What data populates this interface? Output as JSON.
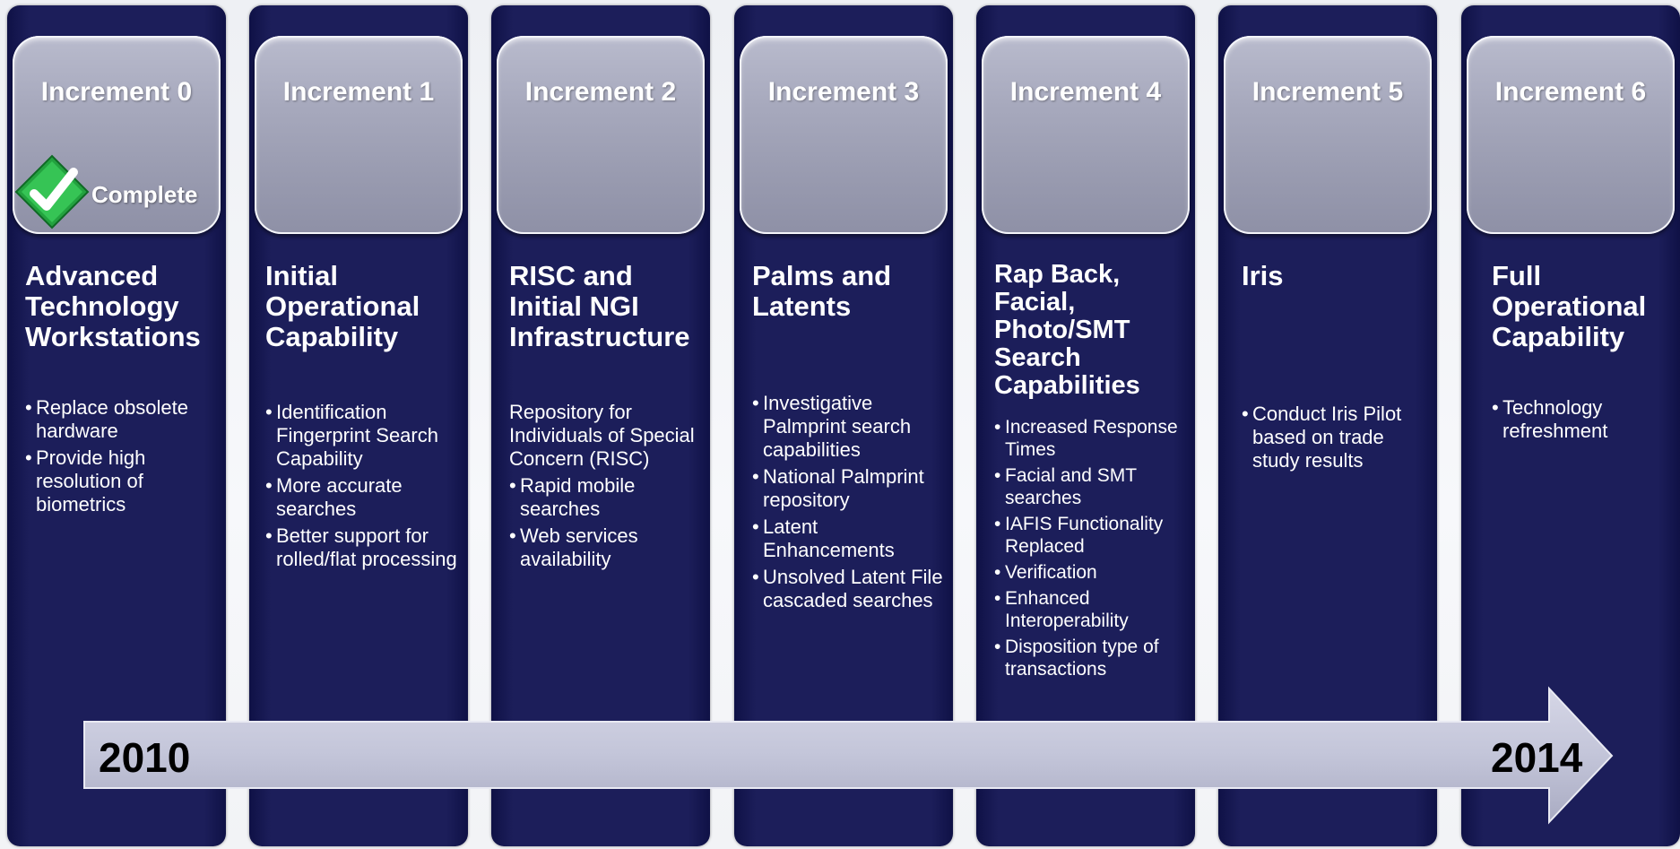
{
  "timeline": {
    "start_year": "2010",
    "end_year": "2014"
  },
  "increments": [
    {
      "label": "Increment 0",
      "status": "Complete",
      "heading": [
        "Advanced",
        "Technology",
        "Workstations"
      ],
      "bullets": [
        "Replace obsolete hardware",
        "Provide high resolution of biometrics"
      ]
    },
    {
      "label": "Increment 1",
      "heading": [
        "Initial",
        "Operational",
        "Capability"
      ],
      "bullets": [
        "Identification Fingerprint Search Capability",
        "More accurate searches",
        "Better support for rolled/flat processing"
      ]
    },
    {
      "label": "Increment 2",
      "heading": [
        "RISC and",
        "Initial NGI",
        "Infrastructure"
      ],
      "bullets": [
        "Repository for Individuals of Special Concern (RISC)",
        "Rapid mobile searches",
        "Web services availability"
      ]
    },
    {
      "label": "Increment 3",
      "heading": [
        "Palms and",
        "Latents"
      ],
      "bullets": [
        "Investigative Palmprint search capabilities",
        "National Palmprint repository",
        "Latent Enhancements",
        "Unsolved Latent File cascaded searches"
      ]
    },
    {
      "label": "Increment 4",
      "heading": [
        "Rap Back,",
        "Facial,",
        "Photo/SMT",
        "Search",
        "Capabilities"
      ],
      "bullets": [
        "Increased Response Times",
        "Facial and SMT searches",
        "IAFIS Functionality Replaced",
        "Verification",
        "Enhanced Interoperability",
        "Disposition type of transactions"
      ]
    },
    {
      "label": "Increment 5",
      "heading": [
        "Iris"
      ],
      "bullets": [
        "Conduct Iris Pilot based on trade study results"
      ]
    },
    {
      "label": "Increment 6",
      "heading": [
        "Full",
        "Operational",
        "Capability"
      ],
      "bullets": [
        "Technology refreshment"
      ]
    }
  ],
  "colors": {
    "column": "#1c1e5a",
    "tile": "#a7a9bd",
    "arrow": "#c3c5d9",
    "check": "#2fb84a"
  },
  "icons": {
    "status": "checkmark-icon"
  }
}
